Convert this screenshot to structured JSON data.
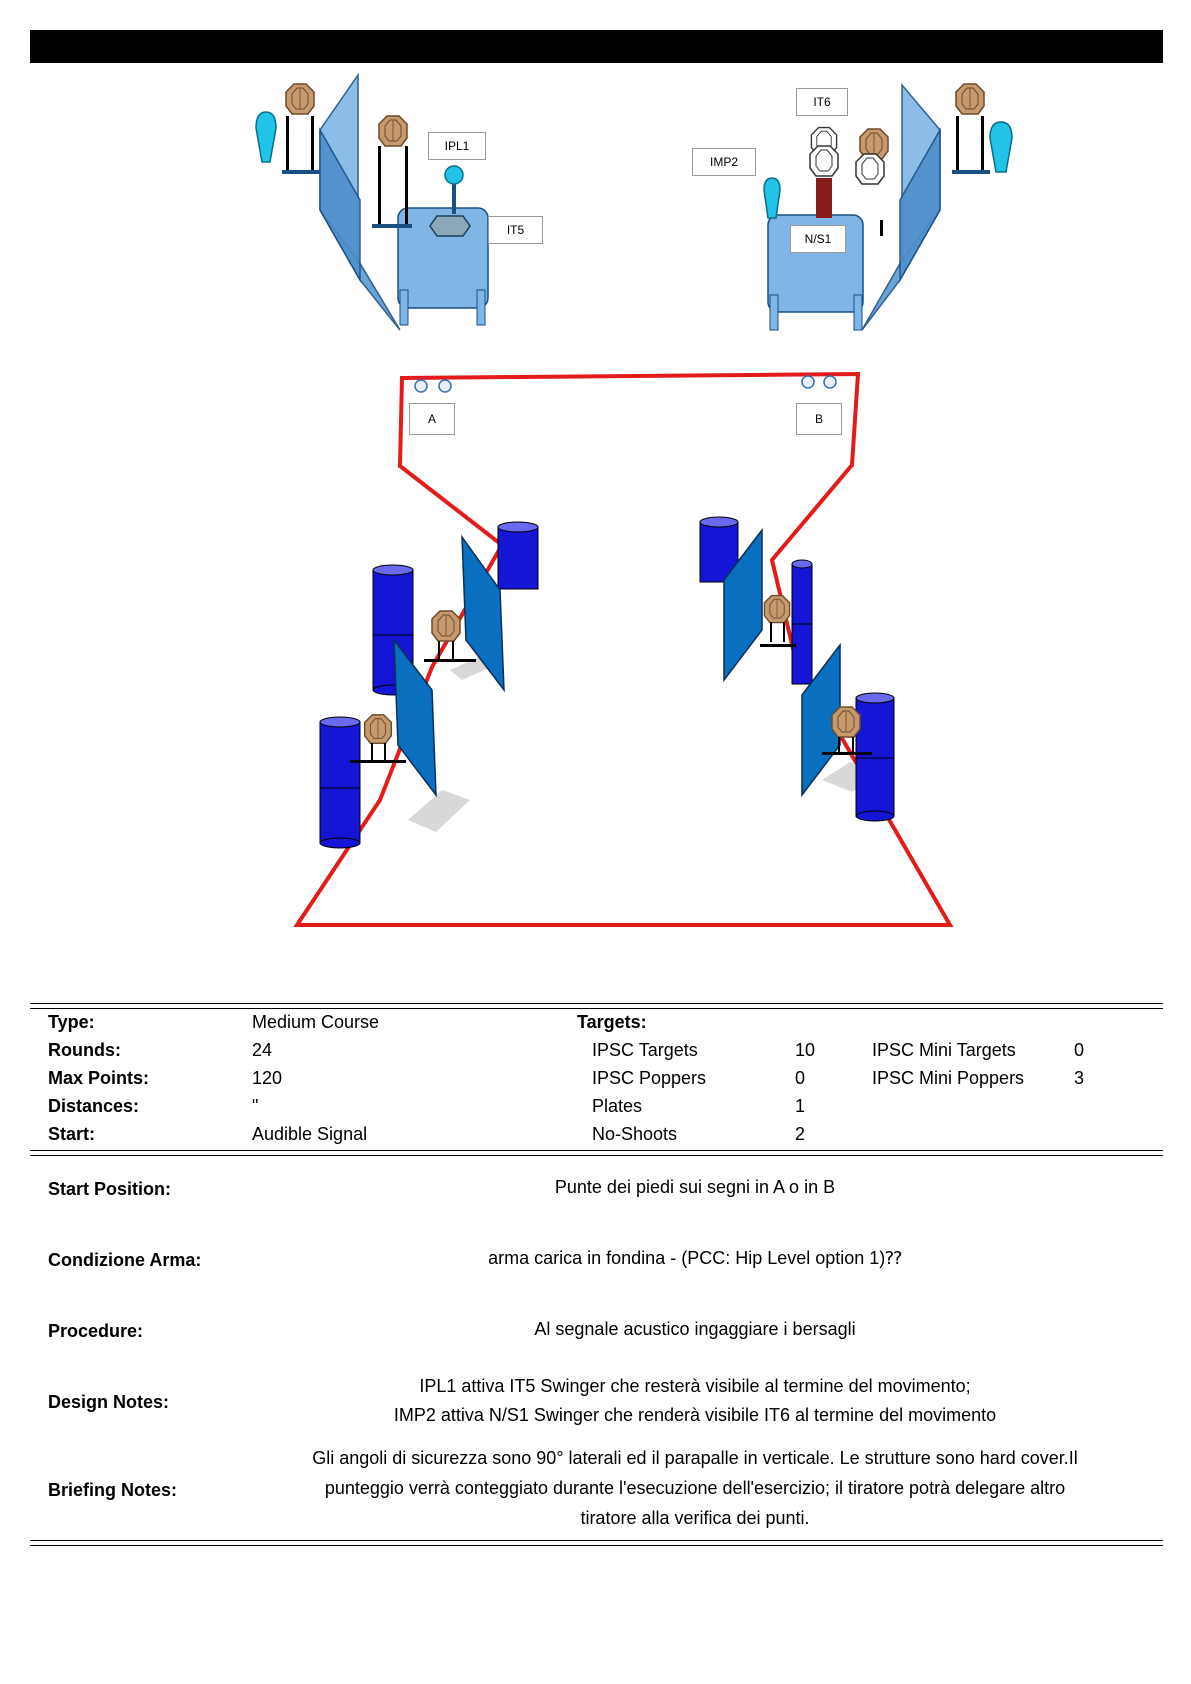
{
  "diagram": {
    "labels": {
      "ipl1": "IPL1",
      "it5": "IT5",
      "it6": "IT6",
      "imp2": "IMP2",
      "ns1": "N/S1",
      "a": "A",
      "b": "B"
    }
  },
  "colors": {
    "fault_line": "#e31b1b",
    "barrel": "#1515d6",
    "wall": "#0b6fc0",
    "structure": "#7fb6e6",
    "target": "#c69a6e",
    "popper": "#22c3e6"
  },
  "stage_info": {
    "type_label": "Type:",
    "type_value": "Medium Course",
    "rounds_label": "Rounds:",
    "rounds_value": "24",
    "max_points_label": "Max Points:",
    "max_points_value": "120",
    "distances_label": "Distances:",
    "distances_value": "\"",
    "start_label": "Start:",
    "start_value": "Audible Signal",
    "targets_label": "Targets:",
    "ipsc_targets_label": "IPSC Targets",
    "ipsc_targets_value": "10",
    "ipsc_poppers_label": "IPSC Poppers",
    "ipsc_poppers_value": "0",
    "plates_label": "Plates",
    "plates_value": "1",
    "no_shoots_label": "No-Shoots",
    "no_shoots_value": "2",
    "mini_targets_label": "IPSC Mini Targets",
    "mini_targets_value": "0",
    "mini_poppers_label": "IPSC Mini Poppers",
    "mini_poppers_value": "3"
  },
  "notes": {
    "start_position_label": "Start Position:",
    "start_position_value": "Punte dei piedi sui segni in A o in B",
    "condizione_label": "Condizione Arma:",
    "condizione_value": "arma carica in fondina - (PCC: Hip Level option 1)⁇",
    "procedure_label": "Procedure:",
    "procedure_value": "Al segnale acustico ingaggiare i bersagli",
    "design_label": "Design Notes:",
    "design_line1": "IPL1 attiva IT5 Swinger che resterà visibile al termine del movimento;",
    "design_line2": "IMP2 attiva N/S1 Swinger che renderà visibile IT6  al termine del movimento",
    "briefing_label": "Briefing Notes:",
    "briefing_line1": "Gli angoli di sicurezza sono 90° laterali ed il parapalle in verticale. Le strutture sono hard cover.Il",
    "briefing_line2": "punteggio verrà conteggiato durante l'esecuzione dell'esercizio; il tiratore potrà delegare altro",
    "briefing_line3": "tiratore alla verifica  dei punti."
  }
}
